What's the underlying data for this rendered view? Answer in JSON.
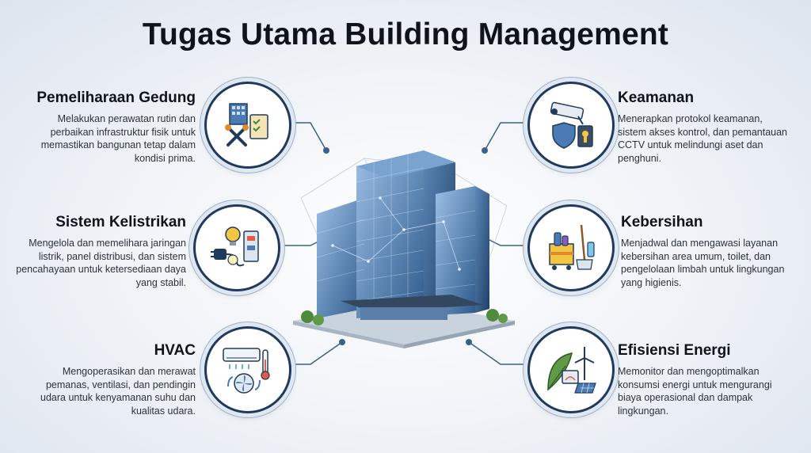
{
  "title": "Tugas Utama Building Management",
  "items": [
    {
      "id": "pemeliharaan",
      "heading": "Pemeliharaan Gedung",
      "description": "Melakukan perawatan rutin dan perbaikan infrastruktur fisik untuk memastikan bangunan tetap dalam kondisi prima.",
      "icon": "maintenance-tools-icon"
    },
    {
      "id": "kelistrikan",
      "heading": "Sistem Kelistrikan",
      "description": "Mengelola dan memelihara jaringan listrik, panel distribusi, dan sistem pencahayaan untuk ketersediaan daya yang stabil.",
      "icon": "electrical-plug-bulb-icon"
    },
    {
      "id": "hvac",
      "heading": "HVAC",
      "description": "Mengoperasikan dan merawat pemanas, ventilasi, dan pendingin udara untuk kenyamanan suhu dan kualitas udara.",
      "icon": "air-conditioner-icon"
    },
    {
      "id": "keamanan",
      "heading": "Keamanan",
      "description": "Menerapkan protokol keamanan, sistem akses kontrol, dan pemantauan CCTV untuk melindungi aset dan penghuni.",
      "icon": "cctv-shield-icon"
    },
    {
      "id": "kebersihan",
      "heading": "Kebersihan",
      "description": "Menjadwal dan mengawasi layanan kebersihan area umum, toilet, dan pengelolaan limbah untuk lingkungan yang higienis.",
      "icon": "cleaning-supplies-icon"
    },
    {
      "id": "energi",
      "heading": "Efisiensi Energi",
      "description": "Memonitor dan mengoptimalkan konsumsi energi untuk mengurangi biaya operasional dan dampak lingkungan.",
      "icon": "renewable-energy-icon"
    }
  ],
  "colors": {
    "navy": "#1f3a5c",
    "connector": "#3d5f8a",
    "glass": "#4a7bb5",
    "title": "#0f141c"
  }
}
